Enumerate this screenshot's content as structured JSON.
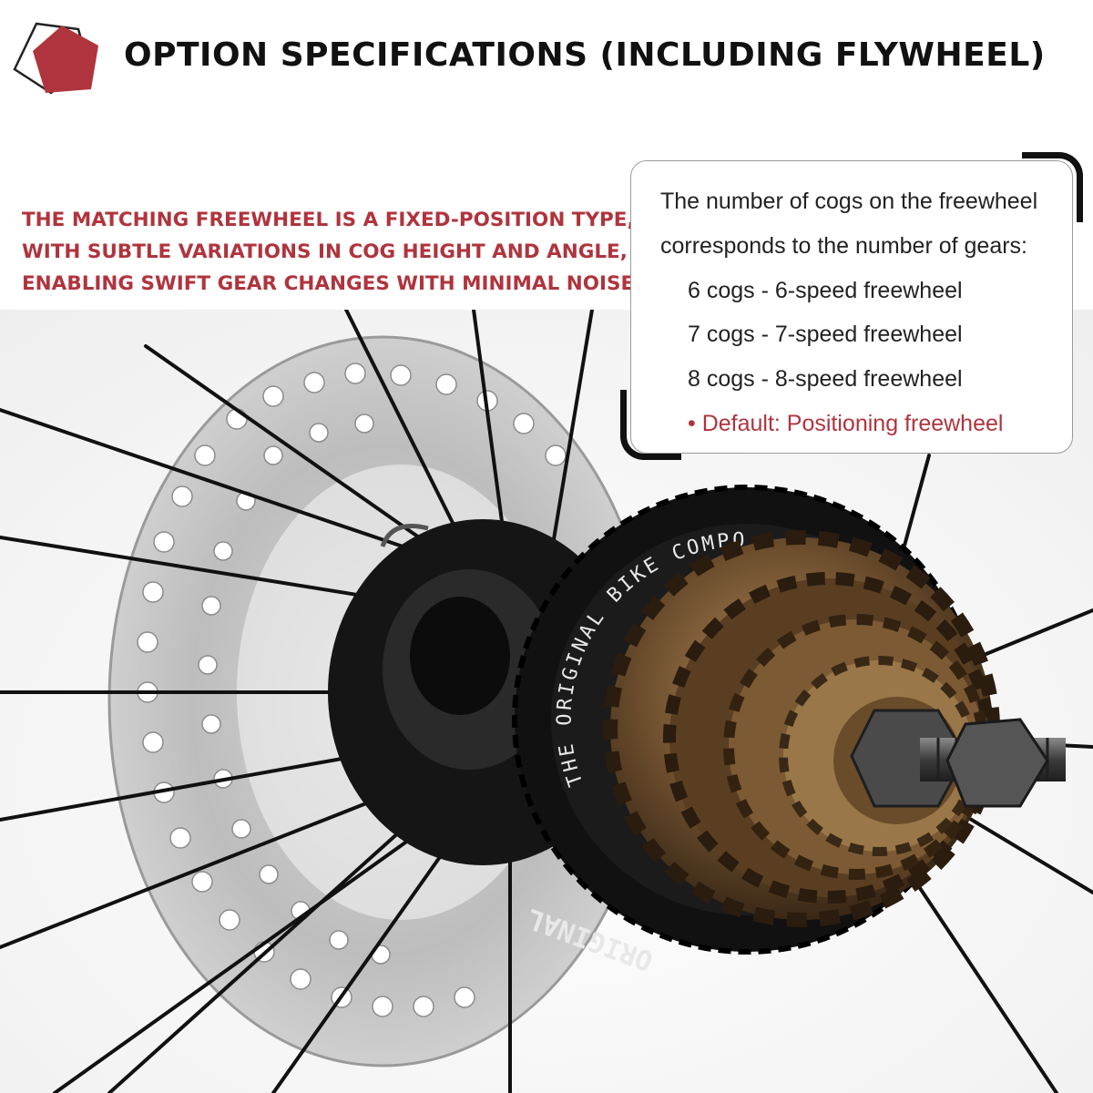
{
  "header": {
    "title": "OPTION SPECIFICATIONS (INCLUDING FLYWHEEL)"
  },
  "intro": {
    "lines": [
      "THE MATCHING FREEWHEEL IS A FIXED-POSITION TYPE,",
      "WITH SUBTLE VARIATIONS IN COG HEIGHT AND ANGLE,",
      "ENABLING SWIFT GEAR CHANGES WITH MINIMAL NOISE."
    ]
  },
  "info_box": {
    "intro_lines": [
      "The number of cogs on the freewheel",
      "corresponds to the number of gears:"
    ],
    "items": [
      "6 cogs - 6-speed freewheel",
      "7 cogs - 7-speed freewheel",
      "8 cogs - 8-speed freewheel"
    ],
    "default_note": "• Default: Positioning  freewheel"
  },
  "product_photo": {
    "ring_text_top": "THE ORIGINAL BIKE COMPONENTS",
    "ring_text_bottom": "ORIGINAL"
  },
  "colors": {
    "accent_red": "#b0343d",
    "text_dark": "#111111"
  }
}
